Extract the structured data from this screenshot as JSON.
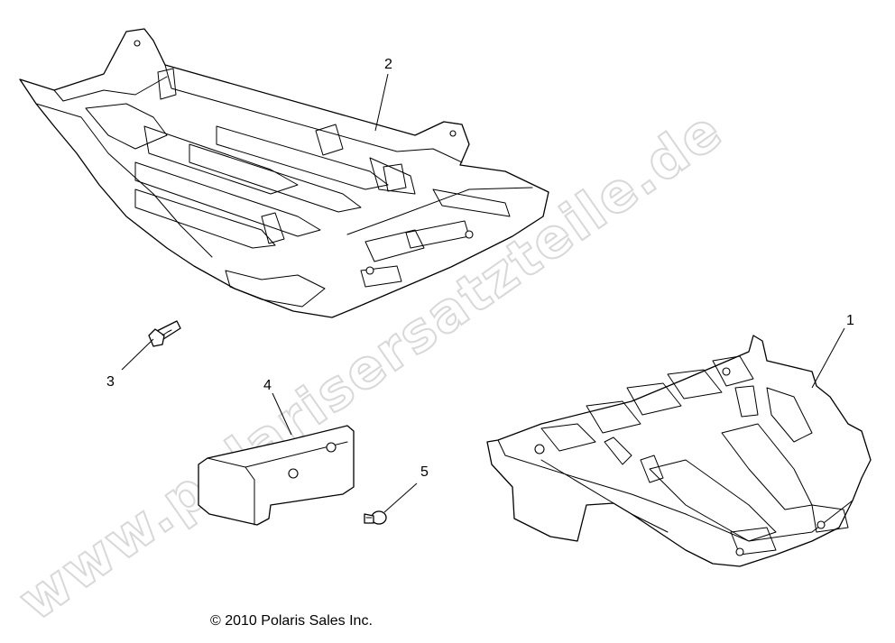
{
  "watermark": {
    "text": "www.polarisersatzteile.de"
  },
  "callouts": {
    "c1": "1",
    "c2": "2",
    "c3": "3",
    "c4": "4",
    "c5": "5"
  },
  "copyright": "© 2010 Polaris Sales Inc."
}
